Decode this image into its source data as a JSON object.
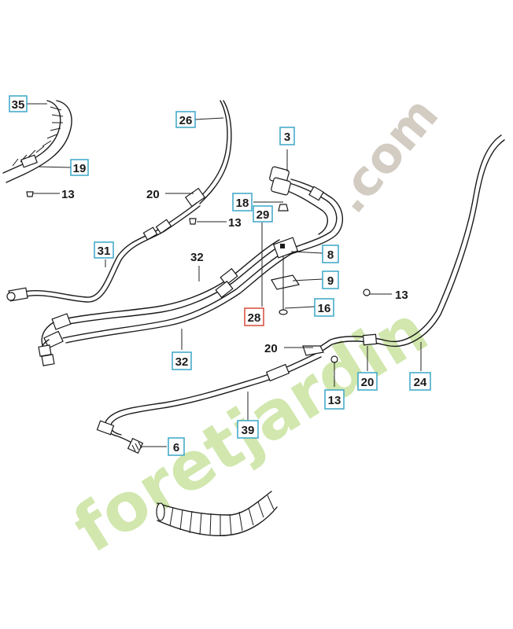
{
  "watermark": {
    "text_main": "foretjardin",
    "text_suffix": ".com",
    "color_main": "#c9e3a0",
    "color_accent": "#f5c77a",
    "color_suffix": "#c8c0b4"
  },
  "colors": {
    "callout_border": "#3aa6c7",
    "callout_border_highlight": "#d84a3a",
    "line": "#1a1a1a"
  },
  "callouts": {
    "c35": "35",
    "c19": "19",
    "c13a": "13",
    "c26": "26",
    "c20a": "20",
    "c13b": "13",
    "c3": "3",
    "c18": "18",
    "c29": "29",
    "c8": "8",
    "c31": "31",
    "c32a": "32",
    "c9": "9",
    "c28": "28",
    "c16": "16",
    "c13c": "13",
    "c32b": "32",
    "c20b": "20",
    "c20c": "20",
    "c24": "24",
    "c13d": "13",
    "c39": "39",
    "c6": "6"
  }
}
